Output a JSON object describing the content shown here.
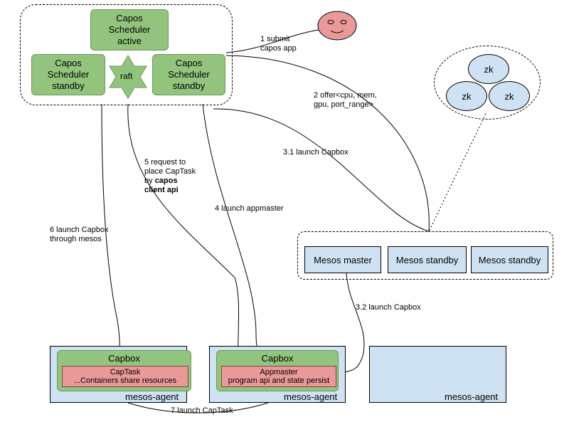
{
  "scheduler": {
    "active_label": "Capos\nScheduler\nactive",
    "standby_left_label": "Capos\nScheduler\nstandby",
    "standby_right_label": "Capos\nScheduler\nstandby",
    "raft_label": "raft"
  },
  "zookeeper": {
    "nodes": [
      "zk",
      "zk",
      "zk"
    ]
  },
  "mesos": {
    "master": "Mesos master",
    "standby_1": "Mesos standby",
    "standby_2": "Mesos standby"
  },
  "agents": [
    {
      "label": "mesos-agent",
      "capbox": "Capbox",
      "task": "CapTask",
      "task_detail": "...Containers share resources"
    },
    {
      "label": "mesos-agent",
      "capbox": "Capbox",
      "task": "Appmaster",
      "task_detail": "program api and state persist"
    },
    {
      "label": "mesos-agent"
    }
  ],
  "arrows": {
    "submit": "1 submit\ncapos app",
    "offer": "2 offer<cpu, mem,\ngpu, port_range>",
    "launch_capbox_31": "3.1 launch Capbox",
    "launch_capbox_32": "3.2 launch Capbox",
    "launch_appmaster": "4 launch appmaster",
    "request_line1": "5 request to",
    "request_line2": "place CapTask",
    "request_line3": "by",
    "request_bold1": "capos",
    "request_bold2": "client api",
    "launch_through_mesos": "6 launch Capbox\nthrough mesos",
    "launch_captask": "7 launch CapTask"
  },
  "colors": {
    "scheduler_fill": "#93c47d",
    "mesos_fill": "#cfe2f3",
    "task_fill": "#ea9999",
    "user_face_fill": "#ea9999"
  },
  "icons": {
    "user": "smiley-face-icon",
    "raft": "star-icon"
  }
}
